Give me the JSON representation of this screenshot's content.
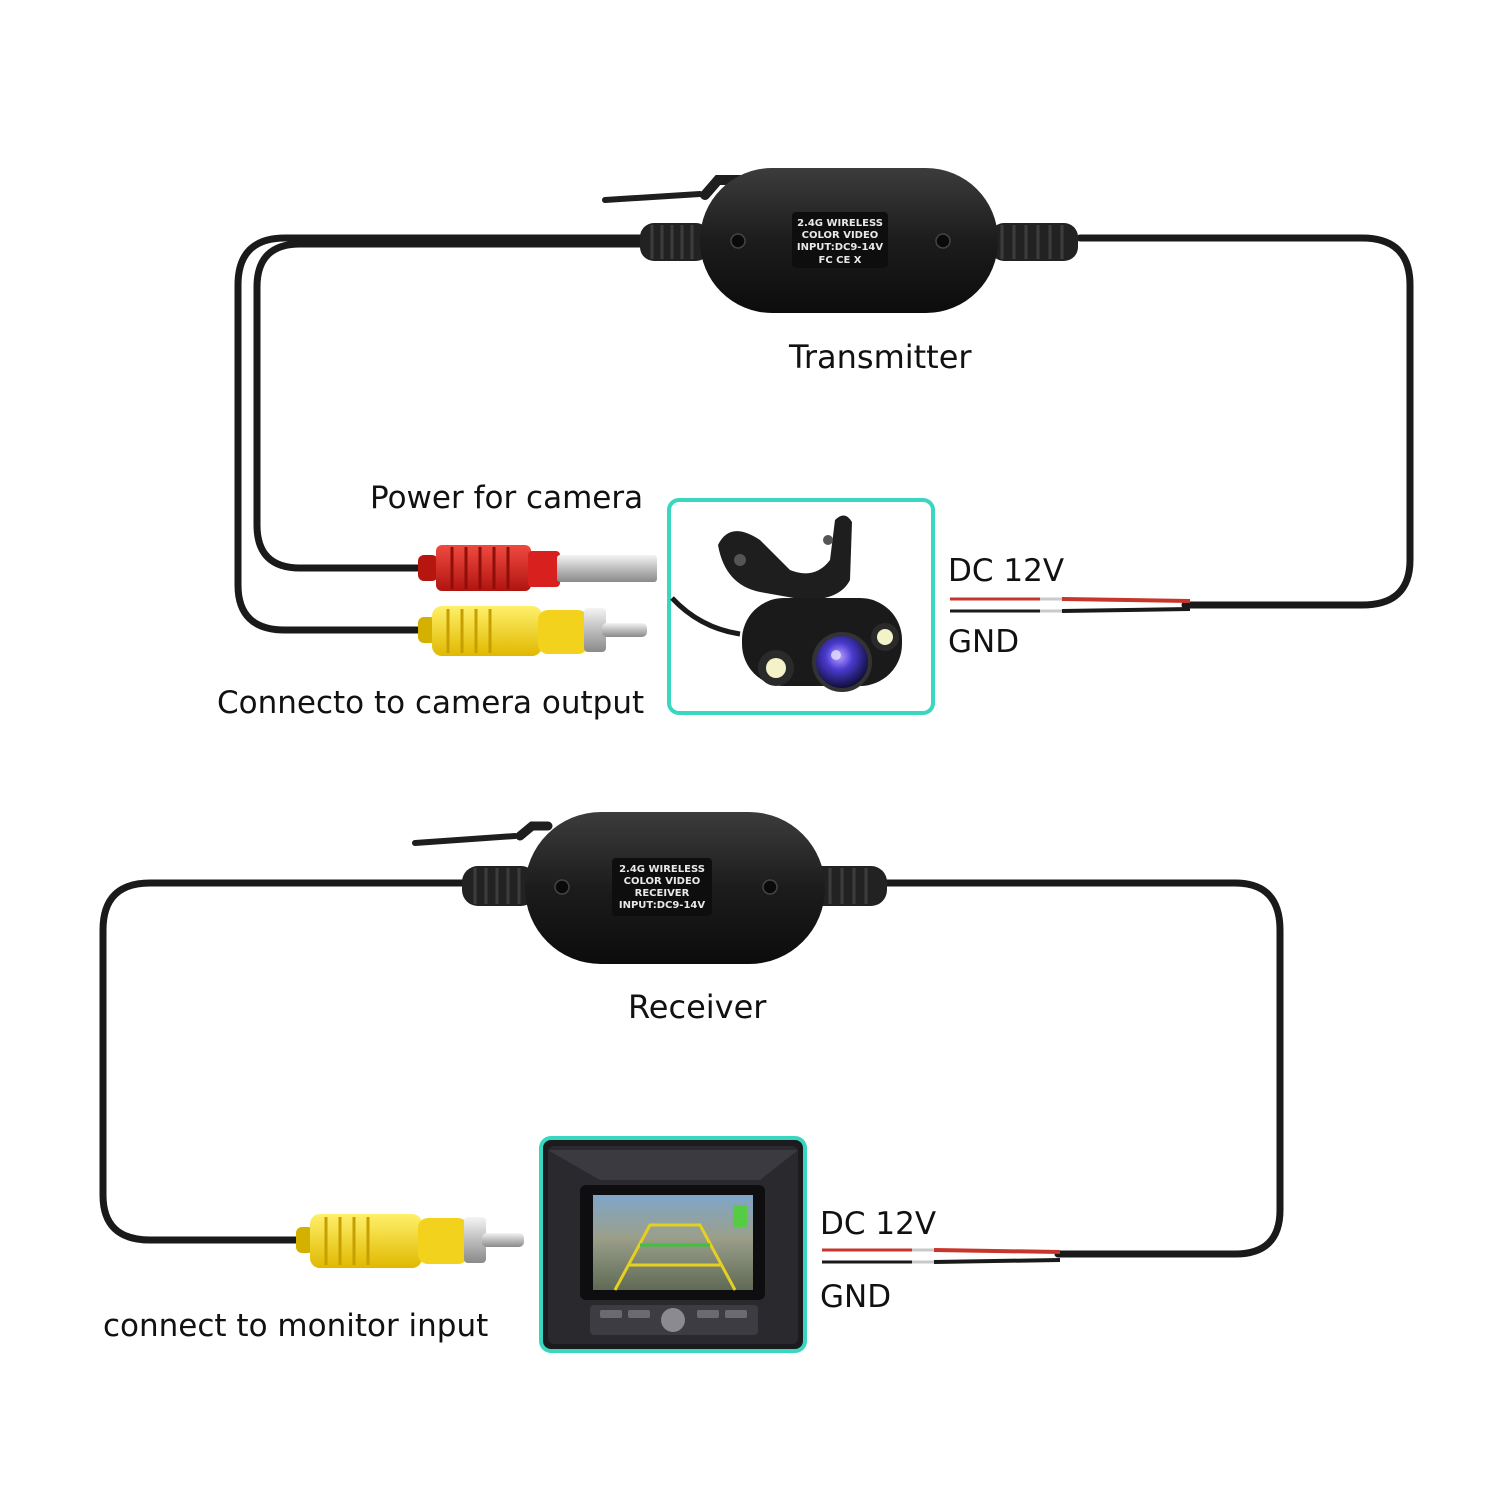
{
  "transmitter": {
    "label": "Transmitter",
    "module_text": [
      "2.4G WIRELESS",
      "COLOR   VIDEO",
      "INPUT:DC9-14V",
      "FC  CE  X"
    ]
  },
  "camera_side": {
    "power_label": "Power for camera",
    "video_label": "Connecto to camera output",
    "dc_label": "DC 12V",
    "gnd_label": "GND"
  },
  "receiver": {
    "label": "Receiver",
    "module_text": [
      "2.4G WIRELESS",
      "COLOR   VIDEO",
      "RECEIVER",
      "INPUT:DC9-14V"
    ]
  },
  "monitor_side": {
    "video_label": "connect to monitor input",
    "dc_label": "DC 12V",
    "gnd_label": "GND"
  },
  "colors": {
    "cable": "#1a1a1a",
    "red_plug": "#d8201e",
    "yellow_plug": "#f2d21c",
    "highlight_frame": "#39d6c0",
    "dc_wire_red": "#c8352a"
  }
}
